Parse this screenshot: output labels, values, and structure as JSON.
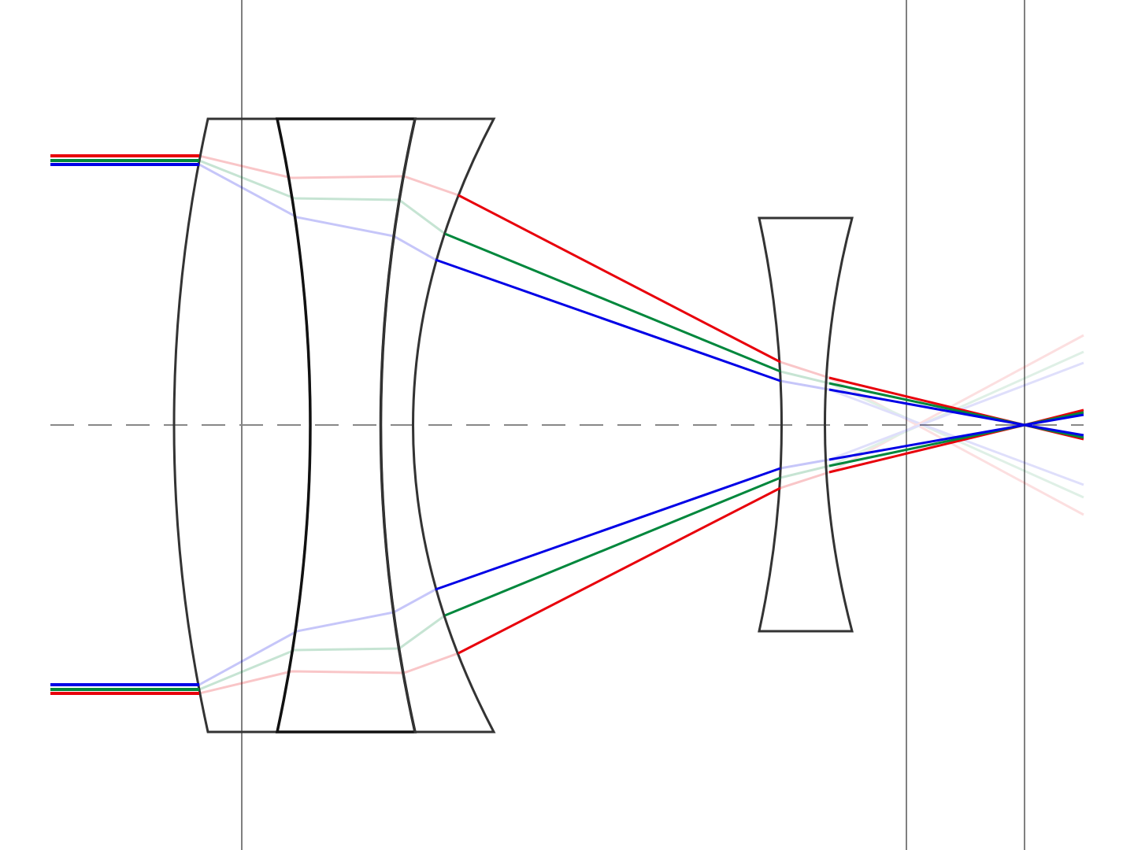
{
  "colors": {
    "red": "#e8000b",
    "green": "#00873c",
    "blue": "#0000e6",
    "lens_stroke": "#333333",
    "cemented_stroke": "#111111",
    "axis": "#888888",
    "plane": "#808080"
  },
  "elements": [
    {
      "name": "front-positive-element"
    },
    {
      "name": "cemented-doublet-front"
    },
    {
      "name": "cemented-doublet-rear"
    },
    {
      "name": "negative-meniscus-element"
    },
    {
      "name": "rear-biconcave-element"
    }
  ],
  "planes": [
    {
      "name": "aperture-stop-plane"
    },
    {
      "name": "paraxial-focus-plane"
    },
    {
      "name": "image-plane"
    }
  ],
  "rays": [
    {
      "name": "red-ray-top",
      "color": "red"
    },
    {
      "name": "green-ray-top",
      "color": "green"
    },
    {
      "name": "blue-ray-top",
      "color": "blue"
    },
    {
      "name": "red-ray-bottom",
      "color": "red"
    },
    {
      "name": "green-ray-bottom",
      "color": "green"
    },
    {
      "name": "blue-ray-bottom",
      "color": "blue"
    }
  ]
}
